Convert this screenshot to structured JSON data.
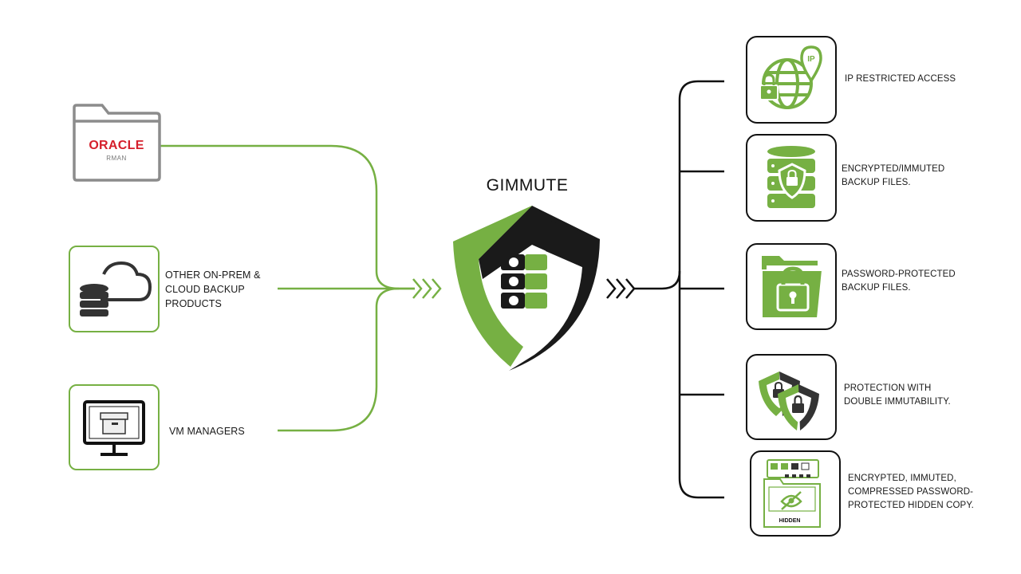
{
  "title": "GIMMUTE",
  "sources": [
    {
      "id": "oracle",
      "brand": "ORACLE",
      "sub": "RMAN",
      "icon": "oracle-rman-folder-icon"
    },
    {
      "id": "onprem",
      "lines": [
        "OTHER ON-PREM &",
        "CLOUD BACKUP",
        "PRODUCTS"
      ],
      "icon": "cloud-database-icon"
    },
    {
      "id": "vm",
      "lines": [
        "VM MANAGERS"
      ],
      "icon": "monitor-archive-box-icon"
    }
  ],
  "features": [
    {
      "lines": [
        "IP RESTRICTED ACCESS"
      ],
      "icon": "globe-lock-ip-pin-icon"
    },
    {
      "lines": [
        "ENCRYPTED/IMMUTED",
        "BACKUP FILES."
      ],
      "icon": "database-lock-icon"
    },
    {
      "lines": [
        "PASSWORD-PROTECTED",
        "BACKUP FILES."
      ],
      "icon": "folder-lock-icon"
    },
    {
      "lines": [
        "PROTECTION WITH",
        "DOUBLE IMMUTABILITY."
      ],
      "icon": "double-shield-lock-icon"
    },
    {
      "lines": [
        "ENCRYPTED, IMMUTED,",
        "COMPRESSED PASSWORD-",
        "PROTECTED HIDDEN COPY."
      ],
      "icon": "hidden-folder-icon",
      "tag": "HIDDEN"
    }
  ],
  "colors": {
    "green": "#76b043",
    "dark": "#1a1a1a"
  }
}
